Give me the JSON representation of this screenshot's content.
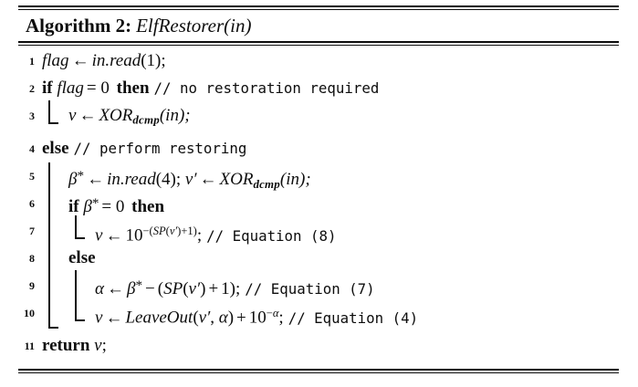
{
  "figure": {
    "kind": "algorithm-float",
    "caption_prefix": "Algorithm 2:",
    "procedure_name": "ElfRestorer",
    "procedure_arg": "in",
    "title_full": "Algorithm 2: ElfRestorer(in)"
  },
  "lines": [
    {
      "number": "1",
      "indent": 0,
      "text": "flag ← in.read(1);",
      "comment": ""
    },
    {
      "number": "2",
      "indent": 0,
      "text": "if flag = 0 then",
      "comment": "// no restoration required"
    },
    {
      "number": "3",
      "indent": 1,
      "text": "v ← XOR_dcmp(in);",
      "comment": ""
    },
    {
      "number": "4",
      "indent": 0,
      "text": "else",
      "comment": "// perform restoring"
    },
    {
      "number": "5",
      "indent": 1,
      "text": "β* ← in.read(4); v′ ← XOR_dcmp(in);",
      "comment": ""
    },
    {
      "number": "6",
      "indent": 1,
      "text": "if β* = 0 then",
      "comment": ""
    },
    {
      "number": "7",
      "indent": 2,
      "text": "v ← 10^-(SP(v′)+1);",
      "comment": "// Equation (8)"
    },
    {
      "number": "8",
      "indent": 1,
      "text": "else",
      "comment": ""
    },
    {
      "number": "9",
      "indent": 2,
      "text": "α ← β* − (SP(v′) + 1);",
      "comment": "// Equation (7)"
    },
    {
      "number": "10",
      "indent": 2,
      "text": "v ← LeaveOut(v′, α) + 10^-α;",
      "comment": "// Equation (4)"
    },
    {
      "number": "11",
      "indent": 0,
      "text": "return v;",
      "comment": ""
    }
  ],
  "keywords": {
    "if": "if",
    "then": "then",
    "else": "else",
    "return": "return"
  },
  "tokens": {
    "flag": "flag",
    "in": "in",
    "read": ".read",
    "paren_1": "(1);",
    "paren_4": "(4);",
    "eq_zero": "= 0",
    "v": "v",
    "v_prime": "v",
    "prime_mark": "′",
    "xor": "XOR",
    "dcmp": "dcmp",
    "in_arg": "(in);",
    "beta": "β",
    "alpha": "α",
    "star": "*",
    "arrow": "←",
    "ten": "10",
    "minus": "−",
    "plus": "+",
    "sp": "SP",
    "leaveout": "LeaveOut",
    "semicolon": ";",
    "comma": ",",
    "one": "1",
    "zero": "0"
  },
  "comments": {
    "no_restoration": "// no restoration required",
    "perform_restoring": "// perform restoring",
    "equation_8": "// Equation (8)",
    "equation_7": "// Equation (7)",
    "equation_4": "// Equation (4)"
  },
  "colors": {
    "ink": "#0d0d0d",
    "paper": "#ffffff"
  }
}
